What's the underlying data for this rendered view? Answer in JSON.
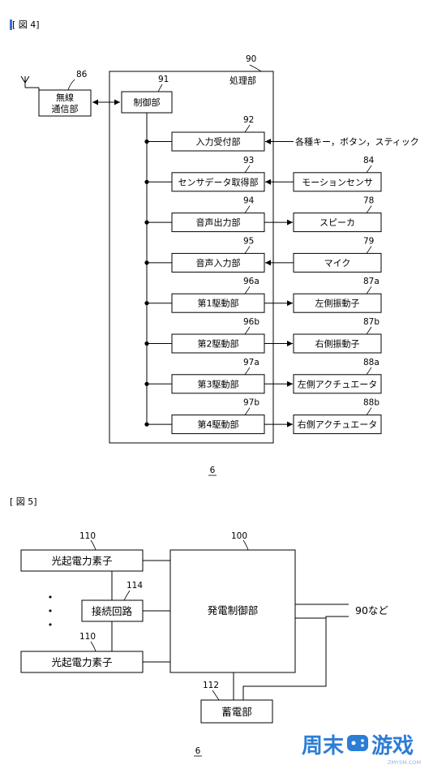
{
  "fig4": {
    "heading": "[ 図 4]",
    "figure_mark": "6",
    "antenna": "antenna-icon",
    "wireless": {
      "label_line1": "無線",
      "label_line2": "通信部",
      "ref": "86"
    },
    "processing": {
      "label": "処理部",
      "ref": "90"
    },
    "control": {
      "label": "制御部",
      "ref": "91"
    },
    "rows": [
      {
        "label": "入力受付部",
        "ref": "92",
        "ext_text": "各種キー，ボタン，スティック",
        "ext_ref": "",
        "ext_boxed": false,
        "direction": "in"
      },
      {
        "label": "センサデータ取得部",
        "ref": "93",
        "ext_text": "モーションセンサ",
        "ext_ref": "84",
        "ext_boxed": true,
        "direction": "in"
      },
      {
        "label": "音声出力部",
        "ref": "94",
        "ext_text": "スピーカ",
        "ext_ref": "78",
        "ext_boxed": true,
        "direction": "out"
      },
      {
        "label": "音声入力部",
        "ref": "95",
        "ext_text": "マイク",
        "ext_ref": "79",
        "ext_boxed": true,
        "direction": "in"
      },
      {
        "label": "第1駆動部",
        "ref": "96a",
        "ext_text": "左側振動子",
        "ext_ref": "87a",
        "ext_boxed": true,
        "direction": "out"
      },
      {
        "label": "第2駆動部",
        "ref": "96b",
        "ext_text": "右側振動子",
        "ext_ref": "87b",
        "ext_boxed": true,
        "direction": "out"
      },
      {
        "label": "第3駆動部",
        "ref": "97a",
        "ext_text": "左側アクチュエータ",
        "ext_ref": "88a",
        "ext_boxed": true,
        "direction": "out"
      },
      {
        "label": "第4駆動部",
        "ref": "97b",
        "ext_text": "右側アクチュエータ",
        "ext_ref": "88b",
        "ext_boxed": true,
        "direction": "out"
      }
    ]
  },
  "fig5": {
    "heading": "[ 図 5]",
    "figure_mark": "6",
    "solar_top": {
      "label": "光起電力素子",
      "ref": "110"
    },
    "solar_bottom": {
      "label": "光起電力素子",
      "ref": "110"
    },
    "connection": {
      "label": "接続回路",
      "ref": "114"
    },
    "generation": {
      "label": "発電制御部",
      "ref": "100"
    },
    "storage": {
      "label": "蓄電部",
      "ref": "112"
    },
    "external": {
      "label": "90など"
    },
    "dots": [
      "•",
      "•",
      "•"
    ]
  },
  "watermark": {
    "main": "周末",
    "main2": "游戏",
    "sub": "ZMYSM.COM"
  }
}
